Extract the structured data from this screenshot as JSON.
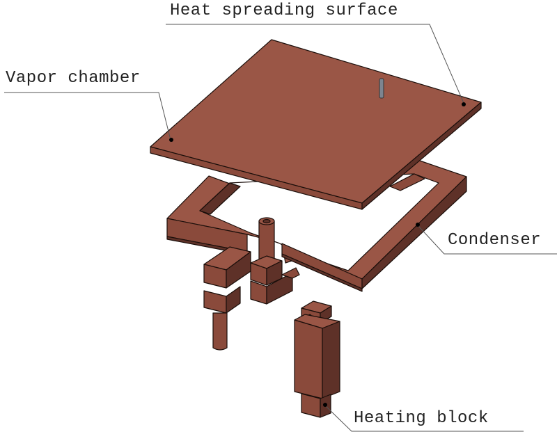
{
  "figure": {
    "type": "exploded-assembly-diagram",
    "subject": "Vapor chamber heat spreader test rig (exploded isometric view)"
  },
  "labels": {
    "heat_spreading_surface": "Heat spreading surface",
    "vapor_chamber": "Vapor chamber",
    "condenser": "Condenser",
    "heating_block": "Heating block"
  },
  "colors": {
    "copper_top": "#9a5646",
    "copper_side_light": "#8a4a3b",
    "copper_side_dark": "#5e3128",
    "edge": "#1a0e0a",
    "leader_line": "#555555",
    "pin": "#7d8590",
    "background": "#ffffff"
  }
}
